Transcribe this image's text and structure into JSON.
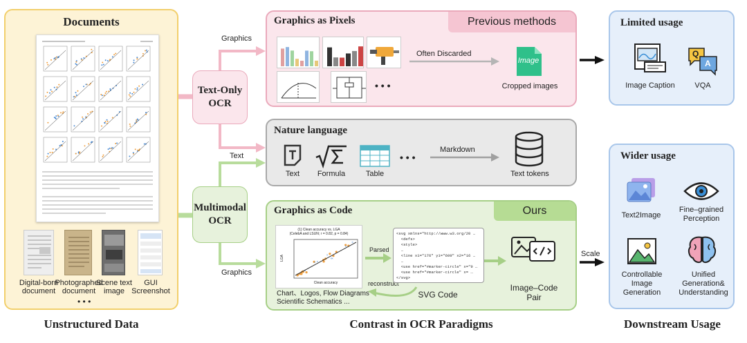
{
  "documents": {
    "title": "Documents",
    "thumbs": [
      {
        "label": "Digital-born\ndocument"
      },
      {
        "label": "Photographed\ndocument"
      },
      {
        "label": "Scene text\nimage"
      },
      {
        "label": "GUI\nScreenshot"
      }
    ],
    "more": "• • •",
    "footer": "Unstructured Data"
  },
  "ocr": {
    "text_only": "Text-Only\nOCR",
    "multimodal": "Multimodal\nOCR",
    "edge_graphics_top": "Graphics",
    "edge_text": "Text",
    "edge_graphics_bottom": "Graphics"
  },
  "pixels": {
    "title": "Graphics as Pixels",
    "badge": "Previous methods",
    "arrow_label": "Often Discarded",
    "icon_text": "Image",
    "cropped": "Cropped images",
    "more": "• • •"
  },
  "nature": {
    "title": "Nature language",
    "items": [
      {
        "label": "Text",
        "icon": "text-doc-icon"
      },
      {
        "label": "Formula",
        "icon": "formula-icon"
      },
      {
        "label": "Table",
        "icon": "table-icon"
      }
    ],
    "more": "• • •",
    "arrow_label": "Markdown",
    "tokens": "Text tokens"
  },
  "code": {
    "title": "Graphics as Code",
    "badge": "Ours",
    "chart_title": "(1) Clean accuracy vs. LGA\n(CelebA and LSUN; r = 0.82, p = 0.84)",
    "chart_xlabel": "Clean accuracy",
    "chart_ylabel": "LGA",
    "chart_caption": "Chart、Logos, Flow Diagrams\nScientific Schematics ...",
    "parsed": "Parsed",
    "reconstruct": "reconstruct",
    "svg_code": "<svg xmlns=\"http://www.w3.org/20 …\n  <defs>\n  <style>\n  …\n  <line x1=\"176\" y1=\"609\" x2=\"16 …\n  …\n  <use href=\"#marker-circle\" x=\"9 …\n  <use href=\"#marker-circle\" x= …\n</svg>",
    "svg_label": "SVG Code",
    "pair_label": "Image–Code\nPair"
  },
  "center_footer": "Contrast in OCR Paradigms",
  "limited": {
    "title": "Limited usage",
    "items": [
      {
        "label": "Image Caption",
        "icon": "image-caption-icon"
      },
      {
        "label": "VQA",
        "icon": "vqa-icon"
      }
    ]
  },
  "wider": {
    "title": "Wider usage",
    "items": [
      {
        "label": "Text2Image",
        "icon": "text2image-icon"
      },
      {
        "label": "Fine–grained\nPerception",
        "icon": "eye-icon"
      },
      {
        "label": "Controllable\nImage\nGeneration",
        "icon": "landscape-icon"
      },
      {
        "label": "Unified\nGeneration&\nUnderstanding",
        "icon": "brain-icon"
      }
    ]
  },
  "scale_label": "Scale",
  "right_footer": "Downstream Usage",
  "colors": {
    "doc_bg": "#fdf3d6",
    "doc_border": "#f2cf6b",
    "pink_bg": "#fbe6ec",
    "pink_border": "#eaa9bb",
    "pink_badge": "#f5c5d2",
    "gray_bg": "#e9e9e9",
    "gray_border": "#a8a8a8",
    "green_bg": "#e7f2dc",
    "green_border": "#a6cf86",
    "green_badge": "#b6dc94",
    "blue_bg": "#e6effa",
    "blue_border": "#a8c6ea",
    "scatter_blue": "#4a8bd4",
    "scatter_orange": "#f0a040"
  }
}
